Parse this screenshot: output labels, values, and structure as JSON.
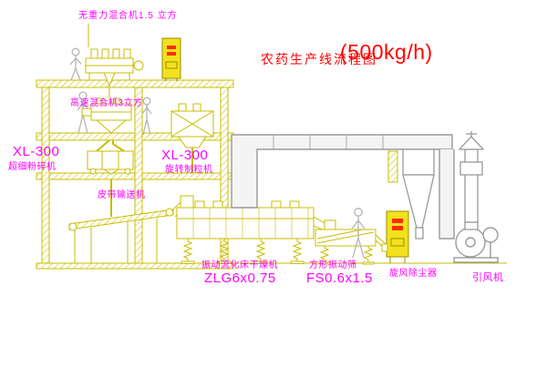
{
  "title": {
    "main": "农药生产线流程图",
    "capacity": "(500kg/h)"
  },
  "equipment_labels": {
    "gravity_mixer": "无重力混合机1.5 立方",
    "high_speed_mixer": "高速混合机3立方",
    "pulverizer": {
      "model": "XL-300",
      "name": "超细粉碎机"
    },
    "granulator": {
      "model": "XL-300",
      "name": "旋转制粒机"
    },
    "belt_conveyor": "皮带输送机",
    "dryer": {
      "name": "振动流化床干燥机",
      "model": "ZLG6x0.75"
    },
    "screen": {
      "name": "方形振动筛",
      "model": "FS0.6x1.5"
    },
    "cyclone": "旋风除尘器",
    "fan": "引风机"
  },
  "colors": {
    "drawing_yellow": "#c9bd00",
    "duct_gray": "#9a9a9a",
    "figure_gray": "#b5b5b5",
    "label_magenta": "#ff00ff",
    "title_red": "#ff0000",
    "cabinet_yellow": "#f2e11c",
    "cabinet_red": "#ff2d00"
  }
}
